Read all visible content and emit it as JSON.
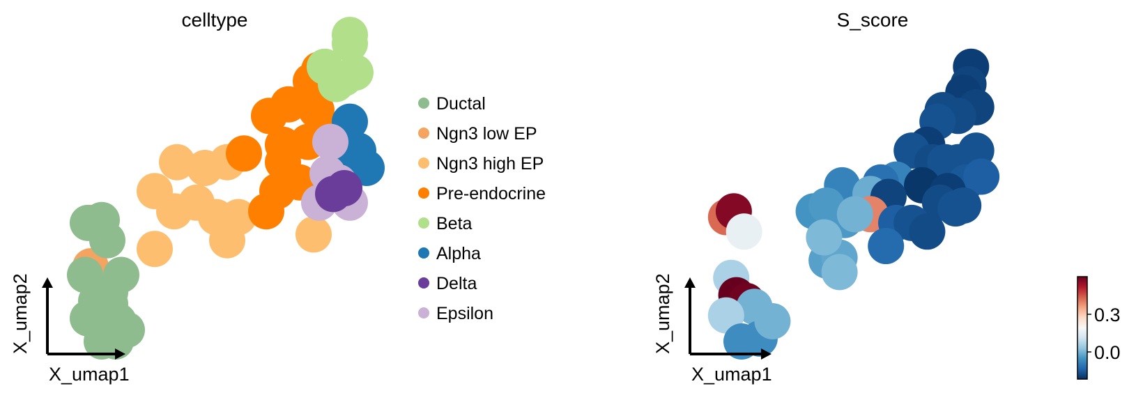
{
  "colors": {
    "Ductal": "#8fbc8f",
    "Ngn3 low EP": "#f4a460",
    "Ngn3 high EP": "#fdbf6f",
    "Pre-endocrine": "#ff7f00",
    "Beta": "#b2df8a",
    "Alpha": "#1f78b4",
    "Delta": "#6a3d9a",
    "Epsilon": "#cab2d6"
  },
  "chart_data": [
    {
      "type": "scatter",
      "title": "celltype",
      "xlabel": "X_umap1",
      "ylabel": "X_umap2",
      "legend_placement": "right",
      "legend": [
        "Ductal",
        "Ngn3 low EP",
        "Ngn3 high EP",
        "Pre-endocrine",
        "Beta",
        "Alpha",
        "Delta",
        "Epsilon"
      ],
      "xlim": [
        0,
        100
      ],
      "ylim": [
        0,
        100
      ],
      "grid": false,
      "points": [
        {
          "x": 15,
          "y": 41,
          "c": "Ngn3 low EP"
        },
        {
          "x": 15,
          "y": 26,
          "c": "Ngn3 low EP"
        },
        {
          "x": 46,
          "y": 62,
          "c": "Ngn3 high EP"
        },
        {
          "x": 56,
          "y": 60,
          "c": "Ngn3 high EP"
        },
        {
          "x": 64,
          "y": 62,
          "c": "Ngn3 high EP"
        },
        {
          "x": 38,
          "y": 52,
          "c": "Ngn3 high EP"
        },
        {
          "x": 45,
          "y": 45,
          "c": "Ngn3 high EP"
        },
        {
          "x": 53,
          "y": 48,
          "c": "Ngn3 high EP"
        },
        {
          "x": 60,
          "y": 43,
          "c": "Ngn3 high EP"
        },
        {
          "x": 68,
          "y": 43,
          "c": "Ngn3 high EP"
        },
        {
          "x": 38,
          "y": 32,
          "c": "Ngn3 high EP"
        },
        {
          "x": 64,
          "y": 35,
          "c": "Ngn3 high EP"
        },
        {
          "x": 95,
          "y": 37,
          "c": "Ngn3 high EP"
        },
        {
          "x": 84,
          "y": 68,
          "c": "Pre-endocrine"
        },
        {
          "x": 79,
          "y": 78,
          "c": "Pre-endocrine"
        },
        {
          "x": 84,
          "y": 62,
          "c": "Pre-endocrine"
        },
        {
          "x": 86,
          "y": 82,
          "c": "Pre-endocrine"
        },
        {
          "x": 94,
          "y": 90,
          "c": "Pre-endocrine"
        },
        {
          "x": 97,
          "y": 94,
          "c": "Pre-endocrine"
        },
        {
          "x": 70,
          "y": 65,
          "c": "Pre-endocrine"
        },
        {
          "x": 78,
          "y": 45,
          "c": "Pre-endocrine"
        },
        {
          "x": 82,
          "y": 52,
          "c": "Pre-endocrine"
        },
        {
          "x": 90,
          "y": 55,
          "c": "Pre-endocrine"
        },
        {
          "x": 93,
          "y": 69,
          "c": "Pre-endocrine"
        },
        {
          "x": 96,
          "y": 80,
          "c": "Pre-endocrine"
        },
        {
          "x": 100,
          "y": 71,
          "c": "Pre-endocrine"
        },
        {
          "x": 105,
          "y": 70,
          "c": "Alpha"
        },
        {
          "x": 108,
          "y": 76,
          "c": "Alpha"
        },
        {
          "x": 109,
          "y": 62,
          "c": "Alpha"
        },
        {
          "x": 111,
          "y": 66,
          "c": "Alpha"
        },
        {
          "x": 114,
          "y": 60,
          "c": "Alpha"
        },
        {
          "x": 101,
          "y": 69,
          "c": "Epsilon"
        },
        {
          "x": 104,
          "y": 55,
          "c": "Epsilon"
        },
        {
          "x": 100,
          "y": 58,
          "c": "Epsilon"
        },
        {
          "x": 108,
          "y": 48,
          "c": "Epsilon"
        },
        {
          "x": 97,
          "y": 48,
          "c": "Epsilon"
        },
        {
          "x": 102,
          "y": 51,
          "c": "Delta"
        },
        {
          "x": 106,
          "y": 53,
          "c": "Delta"
        },
        {
          "x": 99,
          "y": 95,
          "c": "Beta"
        },
        {
          "x": 103,
          "y": 89,
          "c": "Beta"
        },
        {
          "x": 106,
          "y": 91,
          "c": "Beta"
        },
        {
          "x": 108,
          "y": 103,
          "c": "Beta"
        },
        {
          "x": 108,
          "y": 106,
          "c": "Beta"
        },
        {
          "x": 110,
          "y": 93,
          "c": "Beta"
        },
        {
          "x": 14,
          "y": 41,
          "c": "Ductal"
        },
        {
          "x": 19,
          "y": 42,
          "c": "Ductal"
        },
        {
          "x": 21,
          "y": 35,
          "c": "Ductal"
        },
        {
          "x": 13,
          "y": 23,
          "c": "Ductal"
        },
        {
          "x": 17,
          "y": 14,
          "c": "Ductal"
        },
        {
          "x": 22,
          "y": 17,
          "c": "Ductal"
        },
        {
          "x": 26,
          "y": 23,
          "c": "Ductal"
        },
        {
          "x": 14,
          "y": 8,
          "c": "Ductal"
        },
        {
          "x": 19,
          "y": 0,
          "c": "Ductal"
        },
        {
          "x": 22,
          "y": 13,
          "c": "Ductal"
        },
        {
          "x": 25,
          "y": 7,
          "c": "Ductal"
        },
        {
          "x": 28,
          "y": 4,
          "c": "Ductal"
        },
        {
          "x": 24,
          "y": 0,
          "c": "Ductal"
        }
      ]
    },
    {
      "type": "scatter",
      "title": "S_score",
      "xlabel": "X_umap1",
      "ylabel": "X_umap2",
      "colorbar": {
        "cmap": "RdBu_r",
        "ticks": [
          0.3,
          0.0
        ],
        "vmin": -0.25,
        "vmax": 0.55
      },
      "xlim": [
        0,
        100
      ],
      "ylim": [
        0,
        100
      ],
      "grid": false,
      "points": [
        {
          "x": 109,
          "y": 95,
          "v": -0.23
        },
        {
          "x": 108,
          "y": 89,
          "v": -0.22
        },
        {
          "x": 106,
          "y": 86,
          "v": -0.23
        },
        {
          "x": 111,
          "y": 81,
          "v": -0.22
        },
        {
          "x": 98,
          "y": 80,
          "v": -0.21
        },
        {
          "x": 104,
          "y": 78,
          "v": -0.21
        },
        {
          "x": 96,
          "y": 76,
          "v": -0.2
        },
        {
          "x": 92,
          "y": 68,
          "v": -0.23
        },
        {
          "x": 86,
          "y": 66,
          "v": -0.2
        },
        {
          "x": 94,
          "y": 62,
          "v": -0.21
        },
        {
          "x": 99,
          "y": 62,
          "v": -0.2
        },
        {
          "x": 104,
          "y": 62,
          "v": -0.2
        },
        {
          "x": 111,
          "y": 66,
          "v": -0.2
        },
        {
          "x": 107,
          "y": 55,
          "v": -0.19
        },
        {
          "x": 113,
          "y": 57,
          "v": -0.18
        },
        {
          "x": 80,
          "y": 56,
          "v": -0.12
        },
        {
          "x": 90,
          "y": 54,
          "v": -0.24
        },
        {
          "x": 100,
          "y": 52,
          "v": -0.23
        },
        {
          "x": 106,
          "y": 47,
          "v": -0.2
        },
        {
          "x": 97,
          "y": 48,
          "v": -0.21
        },
        {
          "x": 103,
          "y": 46,
          "v": -0.2
        },
        {
          "x": 74,
          "y": 55,
          "v": -0.15
        },
        {
          "x": 59,
          "y": 54,
          "v": -0.12
        },
        {
          "x": 70,
          "y": 51,
          "v": -0.05
        },
        {
          "x": 77,
          "y": 50,
          "v": -0.22
        },
        {
          "x": 70,
          "y": 44,
          "v": 0.35
        },
        {
          "x": 80,
          "y": 41,
          "v": -0.18
        },
        {
          "x": 86,
          "y": 41,
          "v": -0.2
        },
        {
          "x": 92,
          "y": 38,
          "v": -0.21
        },
        {
          "x": 76,
          "y": 33,
          "v": -0.16
        },
        {
          "x": 48,
          "y": 45,
          "v": -0.09
        },
        {
          "x": 53,
          "y": 47,
          "v": -0.08
        },
        {
          "x": 60,
          "y": 42,
          "v": -0.08
        },
        {
          "x": 64,
          "y": 44,
          "v": -0.04
        },
        {
          "x": 53,
          "y": 28,
          "v": -0.07
        },
        {
          "x": 58,
          "y": 29,
          "v": -0.06
        },
        {
          "x": 52,
          "y": 36,
          "v": -0.03
        },
        {
          "x": 58,
          "y": 24,
          "v": -0.03
        },
        {
          "x": 14,
          "y": 43,
          "v": 0.38
        },
        {
          "x": 17,
          "y": 45,
          "v": 0.52
        },
        {
          "x": 21,
          "y": 38,
          "v": 0.12
        },
        {
          "x": 16,
          "y": 22,
          "v": 0.02
        },
        {
          "x": 18,
          "y": 16,
          "v": 0.55
        },
        {
          "x": 22,
          "y": 14,
          "v": 0.54
        },
        {
          "x": 25,
          "y": 12,
          "v": -0.04
        },
        {
          "x": 14,
          "y": 9,
          "v": 0.02
        },
        {
          "x": 20,
          "y": 0,
          "v": -0.1
        },
        {
          "x": 27,
          "y": 1,
          "v": -0.1
        },
        {
          "x": 32,
          "y": 7,
          "v": -0.04
        }
      ]
    }
  ],
  "panel1": {
    "title": "celltype",
    "xlabel": "X_umap1",
    "ylabel": "X_umap2"
  },
  "panel2": {
    "title": "S_score",
    "xlabel": "X_umap1",
    "ylabel": "X_umap2"
  },
  "legend": [
    "Ductal",
    "Ngn3 low EP",
    "Ngn3 high EP",
    "Pre-endocrine",
    "Beta",
    "Alpha",
    "Delta",
    "Epsilon"
  ],
  "colorbar": {
    "tick_high": "0.3",
    "tick_low": "0.0"
  }
}
